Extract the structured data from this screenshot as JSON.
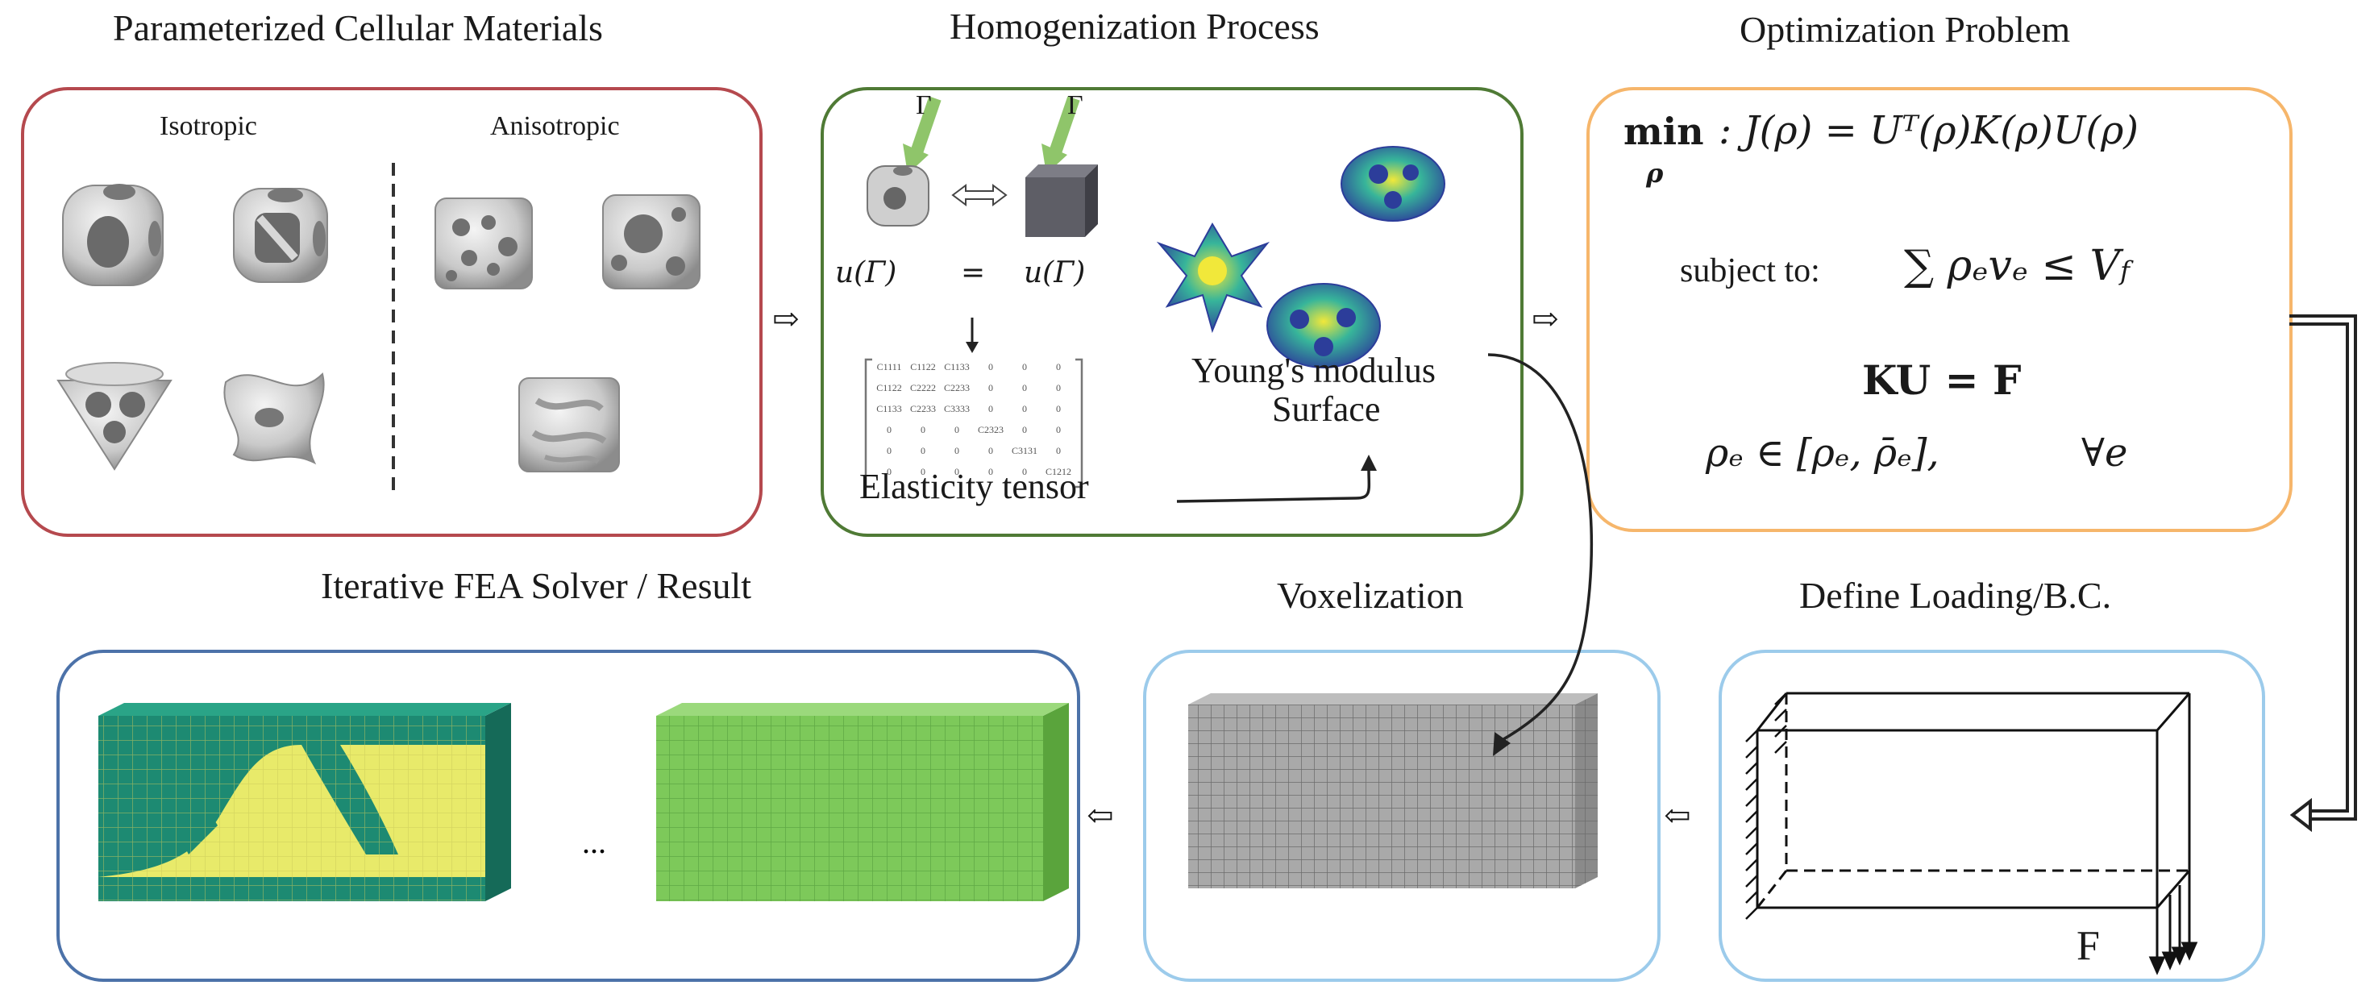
{
  "titles": {
    "cellular": "Parameterized Cellular Materials",
    "homogenization": "Homogenization Process",
    "optimization": "Optimization Problem",
    "fea": "Iterative FEA Solver / Result",
    "voxelization": "Voxelization",
    "loading": "Define Loading/B.C."
  },
  "cellular": {
    "isotropic": "Isotropic",
    "anisotropic": "Anisotropic"
  },
  "homogenization": {
    "gamma": "Γ",
    "u_left": "u(Γ)",
    "equals": "=",
    "u_right": "u(Γ)",
    "young_line1": "Young's modulus",
    "young_line2": "Surface",
    "elasticity": "Elasticity tensor",
    "matrix_rows": [
      [
        "C1111",
        "C1122",
        "C1133",
        "0",
        "0",
        "0"
      ],
      [
        "C1122",
        "C2222",
        "C2233",
        "0",
        "0",
        "0"
      ],
      [
        "C1133",
        "C2233",
        "C3333",
        "0",
        "0",
        "0"
      ],
      [
        "0",
        "0",
        "0",
        "C2323",
        "0",
        "0"
      ],
      [
        "0",
        "0",
        "0",
        "0",
        "C3131",
        "0"
      ],
      [
        "0",
        "0",
        "0",
        "0",
        "0",
        "C1212"
      ]
    ]
  },
  "optimization": {
    "min": "min",
    "min_sub": "ρ",
    "objective": ": J(ρ) = Uᵀ(ρ)K(ρ)U(ρ)",
    "subject_to": "subject to:",
    "constraint": "∑ ρₑvₑ ≤ V",
    "constraint_sub": "f",
    "equilibrium": "KU = F",
    "bounds": "ρₑ ∈ [ρₑ, ρ̄ₑ],",
    "forall": "∀e"
  },
  "fea": {
    "ellipsis": "..."
  },
  "loading": {
    "force": "F"
  },
  "colors": {
    "red_panel": "#b5494e",
    "green_panel": "#4f7a35",
    "orange_panel": "#f6b66b",
    "blue_panel": "#4c72a9",
    "lightblue_panel": "#9ccbeb",
    "green_arrow": "#8fc56a",
    "fea_yellow": "#e8ea6a",
    "fea_teal": "#1d8a72",
    "fea_green": "#7dc95a",
    "vox_grey": "#9a9a9a"
  }
}
